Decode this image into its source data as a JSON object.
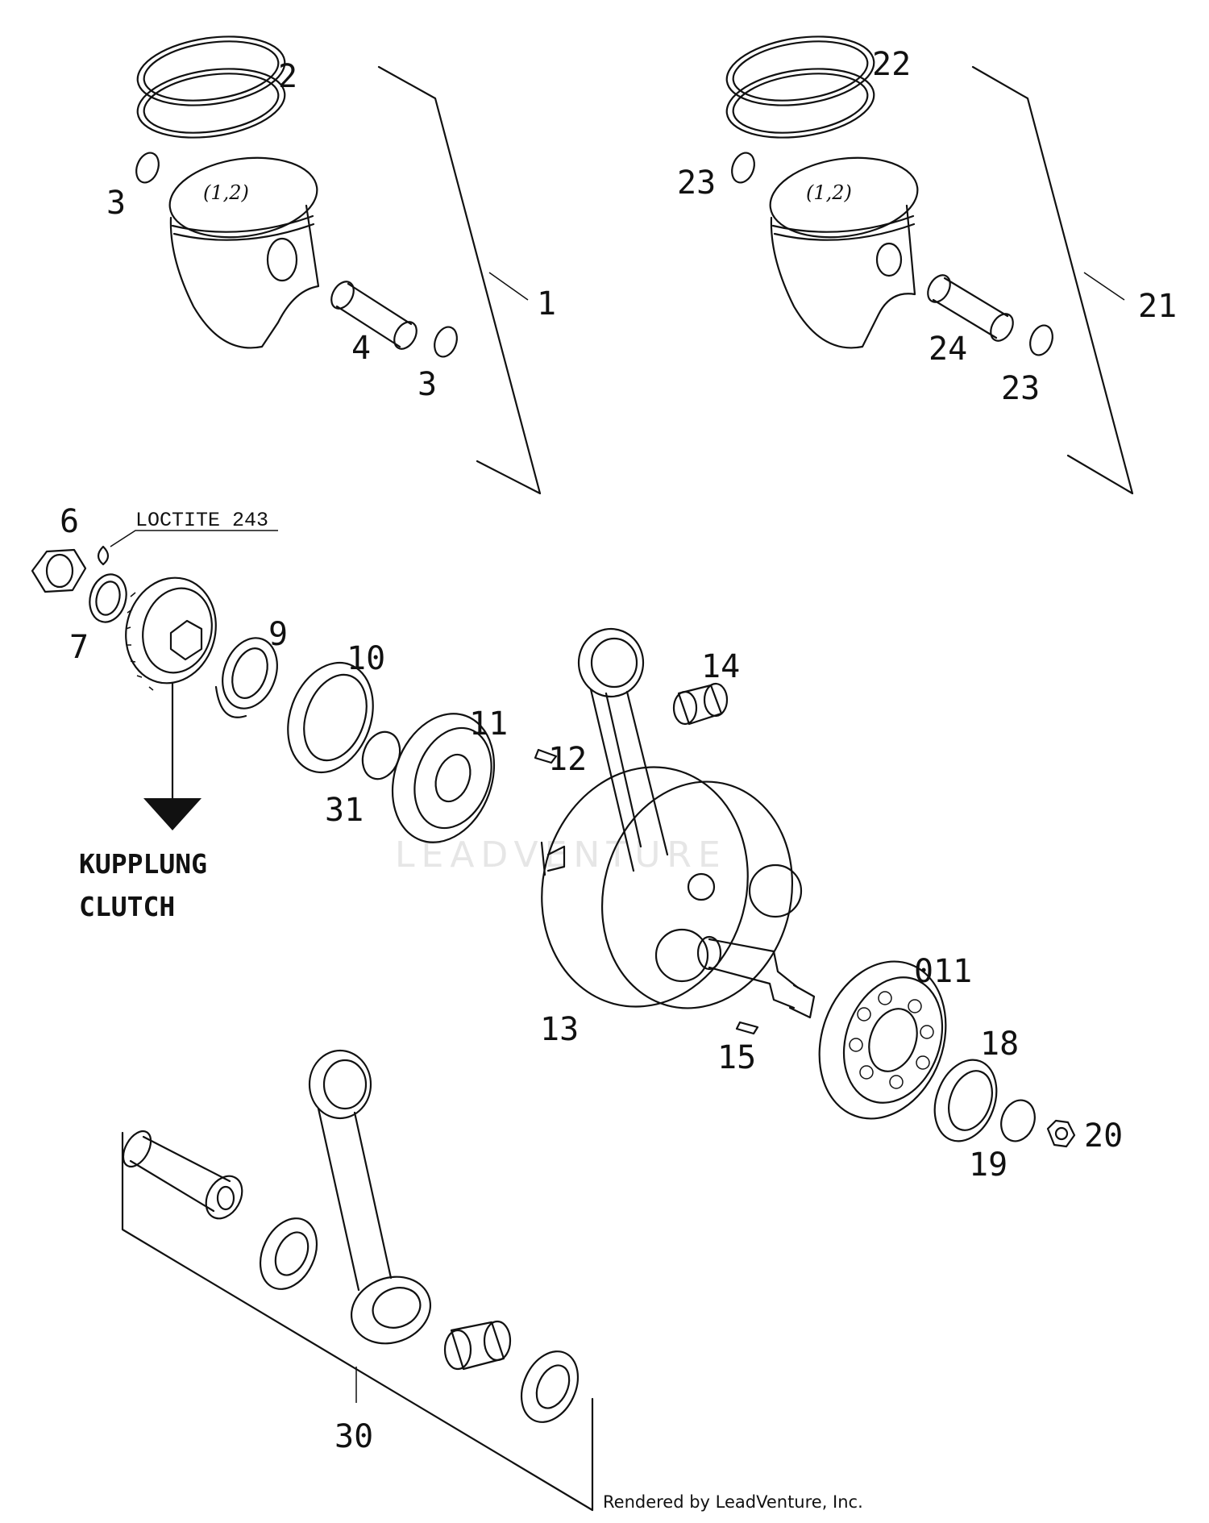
{
  "callouts": [
    {
      "id": "p2",
      "text": "2"
    },
    {
      "id": "p3a",
      "text": "3"
    },
    {
      "id": "p1",
      "text": "1"
    },
    {
      "id": "p4",
      "text": "4"
    },
    {
      "id": "p3b",
      "text": "3"
    },
    {
      "id": "p22",
      "text": "22"
    },
    {
      "id": "p23a",
      "text": "23"
    },
    {
      "id": "p21",
      "text": "21"
    },
    {
      "id": "p24",
      "text": "24"
    },
    {
      "id": "p23b",
      "text": "23"
    },
    {
      "id": "p6",
      "text": "6"
    },
    {
      "id": "p7",
      "text": "7"
    },
    {
      "id": "p9",
      "text": "9"
    },
    {
      "id": "p10",
      "text": "10"
    },
    {
      "id": "p11",
      "text": "11"
    },
    {
      "id": "p31",
      "text": "31"
    },
    {
      "id": "p12",
      "text": "12"
    },
    {
      "id": "p14",
      "text": "14"
    },
    {
      "id": "p13",
      "text": "13"
    },
    {
      "id": "p15",
      "text": "15"
    },
    {
      "id": "p011",
      "text": "011"
    },
    {
      "id": "p18",
      "text": "18"
    },
    {
      "id": "p19",
      "text": "19"
    },
    {
      "id": "p20",
      "text": "20"
    },
    {
      "id": "p30",
      "text": "30"
    }
  ],
  "piston_marking": "(1,2)",
  "note_loctite": "LOCTITE 243",
  "clutch_ref": {
    "line1": "KUPPLUNG",
    "line2": "CLUTCH"
  },
  "watermark": "LEADVENTURE",
  "credit": "Rendered by LeadVenture, Inc."
}
